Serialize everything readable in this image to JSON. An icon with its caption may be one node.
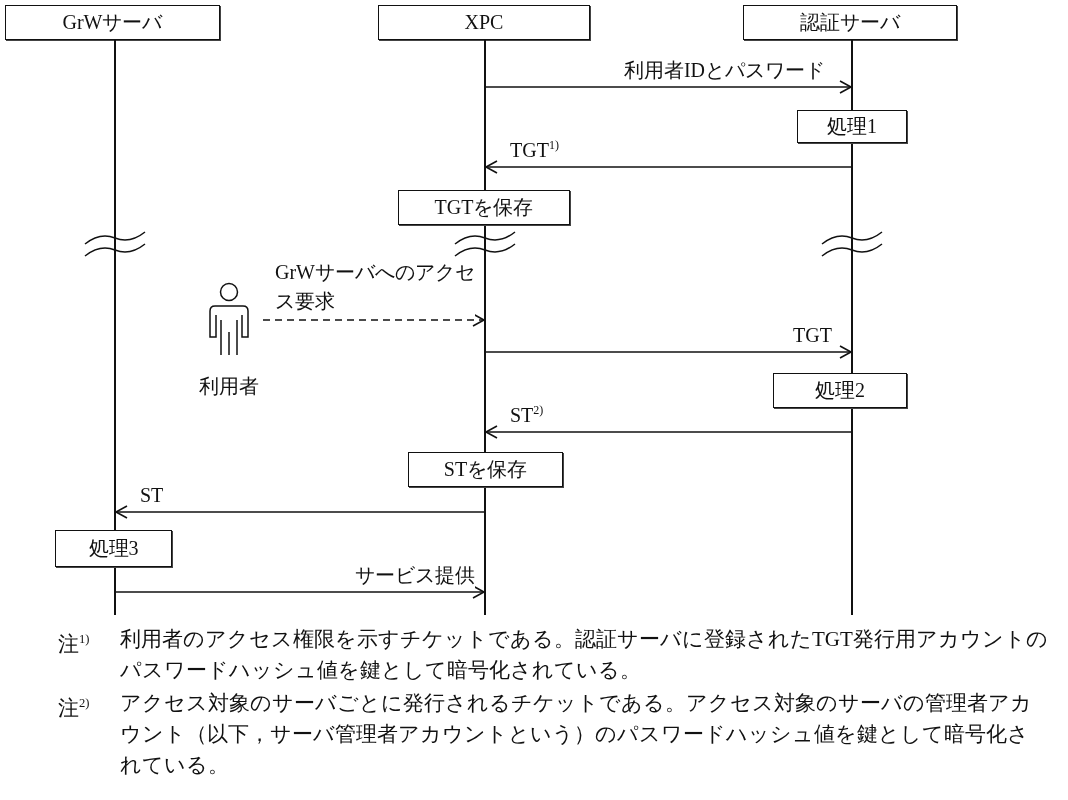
{
  "diagram": {
    "nodes": [
      {
        "text": [
          "GrWサーバ"
        ]
      },
      {
        "text": [
          "XPC"
        ]
      },
      {
        "text": [
          "認証サーバ"
        ]
      },
      {
        "text": [],
        "shape": "bar"
      },
      {
        "text": [],
        "shape": "bar"
      },
      {
        "text": [],
        "shape": "bar"
      },
      {
        "text": [],
        "shape": "bar"
      },
      {
        "text": [],
        "shape": "bar"
      },
      {
        "text": [],
        "shape": "bar"
      },
      {
        "text": [],
        "shape": "bar"
      },
      {
        "text": [],
        "shape": "bar"
      },
      {
        "text": [
          "処理1"
        ]
      },
      {
        "text": [
          "TGTを保存"
        ]
      },
      {
        "text": [
          "利用者"
        ]
      },
      {
        "text": [
          "処理2"
        ]
      },
      {
        "text": [
          "STを保存"
        ]
      },
      {
        "text": [
          "処理3"
        ]
      }
    ],
    "edges": [
      {
        "from": 5,
        "to": 8,
        "arrow": "to",
        "label": "利用者IDとパスワード"
      },
      {
        "from": 9,
        "to": 5,
        "arrow": "to",
        "label": "TGT$^{1)}$"
      },
      {
        "from": 13,
        "to": 6,
        "arrow": "to",
        "label": "GrWサーバへのアクセス要求",
        "style": "dashed"
      },
      {
        "from": 6,
        "to": 9,
        "arrow": "to",
        "label": "TGT"
      },
      {
        "from": 10,
        "to": 6,
        "arrow": "to",
        "label": "ST$^{2)}$"
      },
      {
        "from": 7,
        "to": 3,
        "arrow": "to",
        "label": "ST"
      },
      {
        "from": 4,
        "to": 7,
        "arrow": "to",
        "label": "サービス提供"
      }
    ],
    "labels": [
      "注$^{1)}$",
      "利用者のアクセス権限を示すチケットである。認証サーバに登録されたTGT発行用アカウントのパスワードハッシュ値を鍵として暗号化されている。",
      "注$^{2)}$",
      "アクセス対象のサーバごとに発行されるチケットである。アクセス対象のサーバの管理者アカウント（以下，サーバ管理者アカウントという）のパスワードハッシュ値を鍵として暗号化されている。"
    ]
  }
}
